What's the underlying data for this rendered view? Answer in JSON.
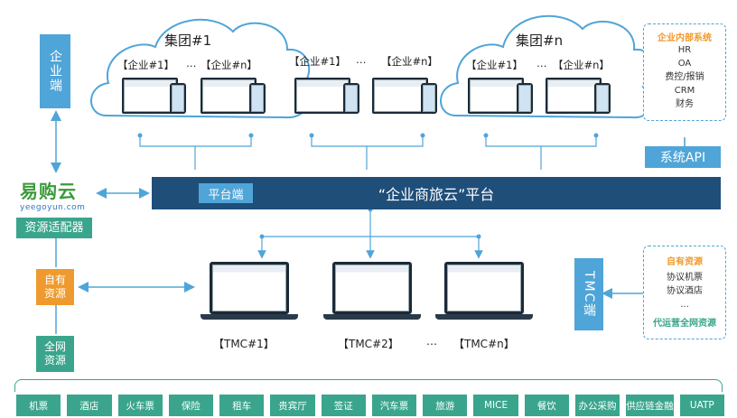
{
  "left": {
    "enterprise_side": "企业端",
    "logo_cn": "易购云",
    "logo_en": "yeegoyun.com",
    "resource_adapter": "资源适配器",
    "own_resources": "自有\n资源",
    "network_resources": "全网\n资源"
  },
  "groups": [
    {
      "title": "集团#1",
      "enterprises": [
        "【企业#1】",
        "…",
        "【企业#n】"
      ]
    },
    {
      "title": "",
      "enterprises": [
        "【企业#1】",
        "…",
        "【企业#n】"
      ]
    },
    {
      "title": "集团#n",
      "enterprises": [
        "【企业#1】",
        "…",
        "【企业#n】"
      ]
    }
  ],
  "internal_systems": {
    "title": "企业内部系统",
    "items": [
      "HR",
      "OA",
      "费控/报销",
      "CRM",
      "财务"
    ],
    "api_label": "系统API"
  },
  "platform": {
    "side_tag": "平台端",
    "title": "“企业商旅云”平台"
  },
  "tmc": {
    "side_label": "TMC端",
    "labels": [
      "【TMC#1】",
      "【TMC#2】",
      "…",
      "【TMC#n】"
    ],
    "own_title": "自有资源",
    "own_items": [
      "协议机票",
      "协议酒店",
      "..."
    ],
    "agency_title": "代运营全网资源"
  },
  "bottom_categories": [
    "机票",
    "酒店",
    "火车票",
    "保险",
    "租车",
    "贵宾厅",
    "签证",
    "汽车票",
    "旅游",
    "MICE",
    "餐饮",
    "办公采购",
    "供应链金融",
    "UATP"
  ],
  "colors": {
    "accent_blue": "#4fa5d8",
    "dark_bar": "#1f4e79",
    "green": "#3aa58c",
    "orange": "#ef9a2e"
  }
}
